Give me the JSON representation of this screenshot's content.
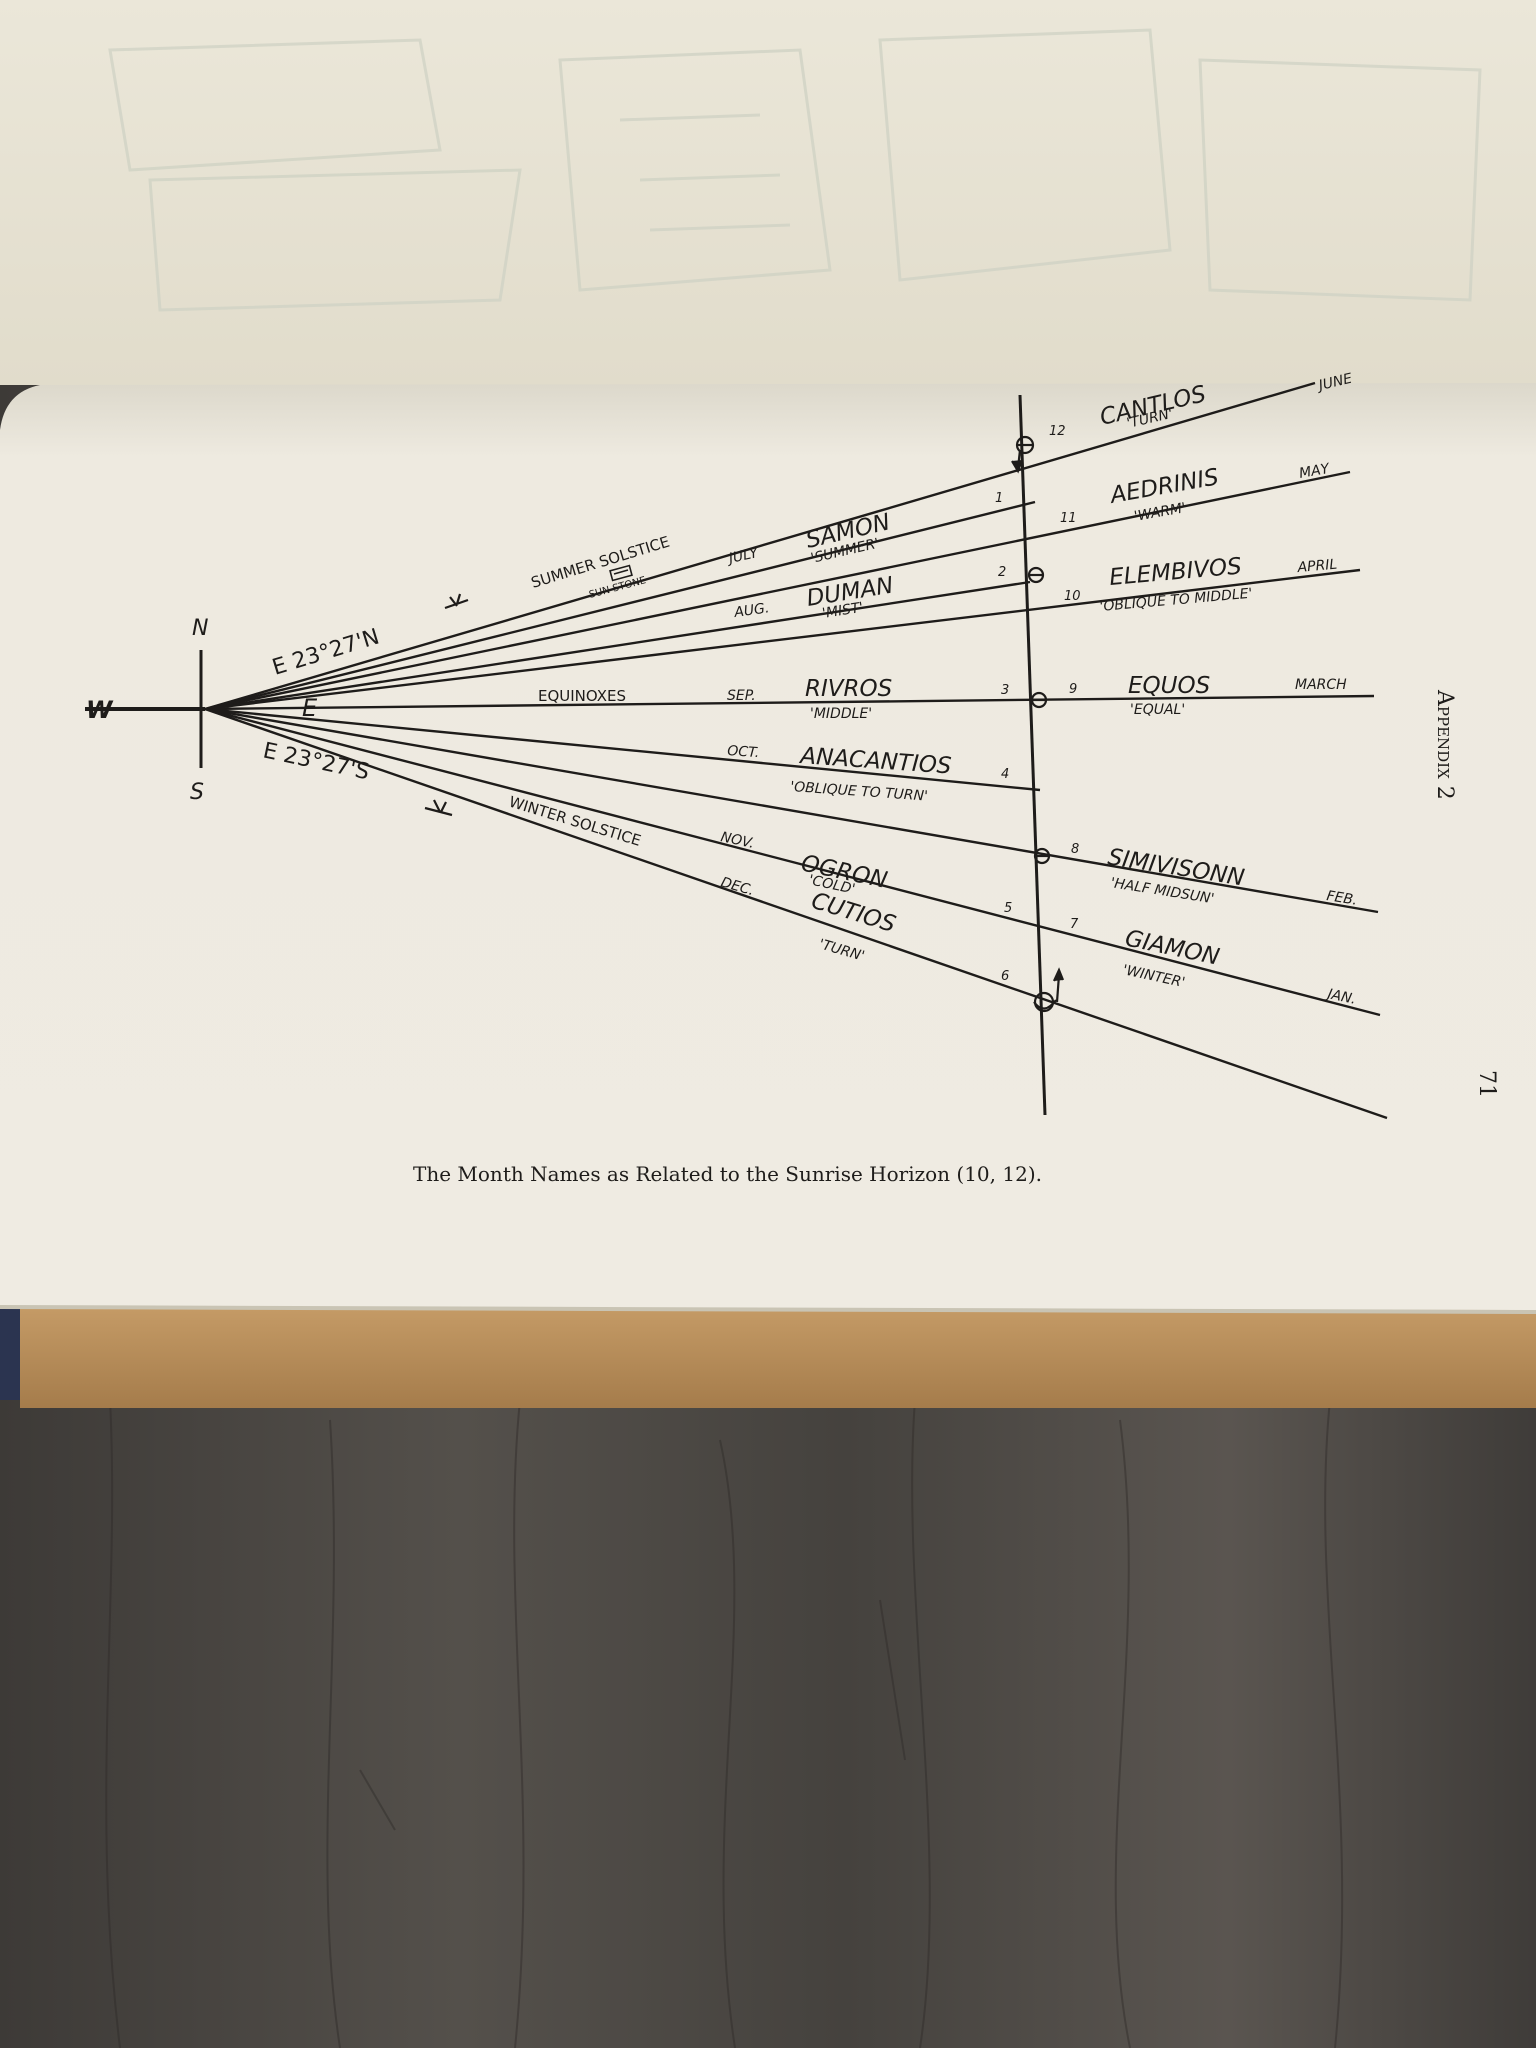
{
  "book": {
    "running_head": "Appendix 2",
    "page_number": "71",
    "caption": "The Month Names as Related to the Sunrise Horizon (10, 12)."
  },
  "compass": {
    "north": "N",
    "south": "S",
    "west": "W",
    "east": "E"
  },
  "bearings": {
    "north_east": "E 23°27'N",
    "south_east": "E 23°27'S"
  },
  "solar_events": {
    "summer_solstice": "SUMMER SOLSTICE",
    "sun_stone": "SUN STONE",
    "equinoxes": "EQUINOXES",
    "winter_solstice": "WINTER SOLSTICE"
  },
  "months": [
    {
      "number": "1",
      "calendar": "JULY",
      "name": "SAMON",
      "meaning": "'SUMMER'"
    },
    {
      "number": "2",
      "calendar": "AUG.",
      "name": "DUMAN",
      "meaning": "'MIST'"
    },
    {
      "number": "3",
      "calendar": "SEP.",
      "name": "RIVROS",
      "meaning": "'MIDDLE'"
    },
    {
      "number": "4",
      "calendar": "OCT.",
      "name": "ANACANTIOS",
      "meaning": "'OBLIQUE TO TURN'"
    },
    {
      "number": "5",
      "calendar": "NOV.",
      "name": "OGRON",
      "meaning": "'COLD'"
    },
    {
      "number": "6",
      "calendar": "DEC.",
      "name": "CUTIOS",
      "meaning": "'TURN'"
    },
    {
      "number": "7",
      "calendar": "JAN.",
      "name": "GIAMON",
      "meaning": "'WINTER'"
    },
    {
      "number": "8",
      "calendar": "FEB.",
      "name": "SIMIVISONN",
      "meaning": "'HALF MIDSUN'"
    },
    {
      "number": "9",
      "calendar": "MARCH",
      "name": "EQUOS",
      "meaning": "'EQUAL'"
    },
    {
      "number": "10",
      "calendar": "APRIL",
      "name": "ELEMBIVOS",
      "meaning": "'OBLIQUE TO MIDDLE'"
    },
    {
      "number": "11",
      "calendar": "MAY",
      "name": "AEDRINIS",
      "meaning": "'WARM'"
    },
    {
      "number": "12",
      "calendar": "JUNE",
      "name": "CANTLOS",
      "meaning": "'TURN'"
    }
  ],
  "colors": {
    "paper": "#efebe0",
    "paper_shadow": "#ddd8c8",
    "ink": "#1e1c1a",
    "wood": "#4a4744",
    "book_edge": "#b98f5c"
  }
}
